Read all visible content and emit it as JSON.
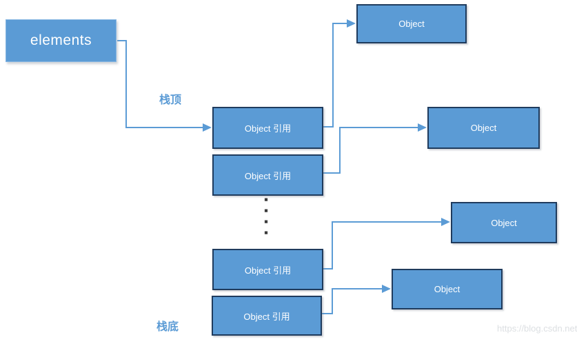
{
  "diagram": {
    "title_hint": "stack of object references pointing to heap objects",
    "elements_box": {
      "label": "elements"
    },
    "stack_top_label": "栈顶",
    "stack_bottom_label": "栈底",
    "ref_boxes": [
      {
        "label": "Object 引用"
      },
      {
        "label": "Object 引用"
      },
      {
        "label": "Object 引用"
      },
      {
        "label": "Object 引用"
      }
    ],
    "object_boxes": [
      {
        "label": "Object"
      },
      {
        "label": "Object"
      },
      {
        "label": "Object"
      },
      {
        "label": "Object"
      }
    ],
    "ellipsis_dot": "▪",
    "colors": {
      "box_fill": "#5b9bd5",
      "box_border": "#1f3b5d",
      "connector": "#5b9bd5",
      "label_text": "#5b9bd5",
      "box_text": "#ffffff",
      "watermark_text": "#dcdfe2"
    }
  },
  "watermark": "https://blog.csdn.net/"
}
